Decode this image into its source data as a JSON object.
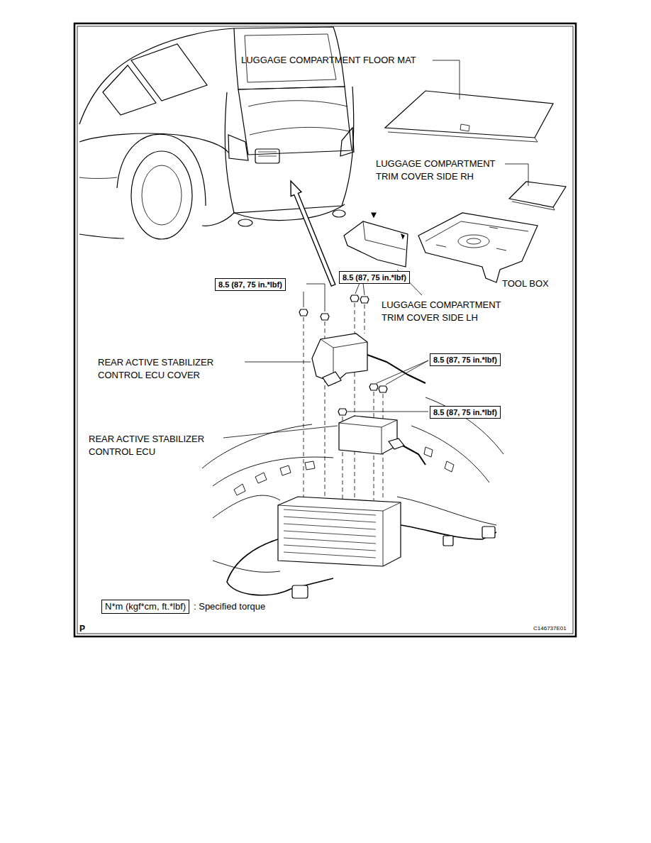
{
  "diagram": {
    "nodes": [
      {
        "text": [
          "8.5 (87, 75 in.*lbf)"
        ]
      },
      {
        "text": [
          "8.5 (87, 75 in.*lbf)"
        ]
      },
      {
        "text": [
          "8.5 (87, 75 in.*lbf)"
        ]
      },
      {
        "text": [
          "8.5 (87, 75 in.*lbf)"
        ]
      },
      {
        "text": [
          "N*m (kgf*cm, ft.*lbf)"
        ]
      }
    ],
    "labels": [
      "LUGGAGE COMPARTMENT FLOOR MAT",
      "LUGGAGE COMPARTMENT TRIM COVER SIDE RH",
      "TOOL BOX",
      "LUGGAGE COMPARTMENT TRIM COVER SIDE LH",
      "REAR ACTIVE STABILIZER CONTROL ECU COVER",
      "REAR ACTIVE STABILIZER CONTROL ECU",
      ": Specified torque",
      "P",
      "C146737E01"
    ]
  }
}
